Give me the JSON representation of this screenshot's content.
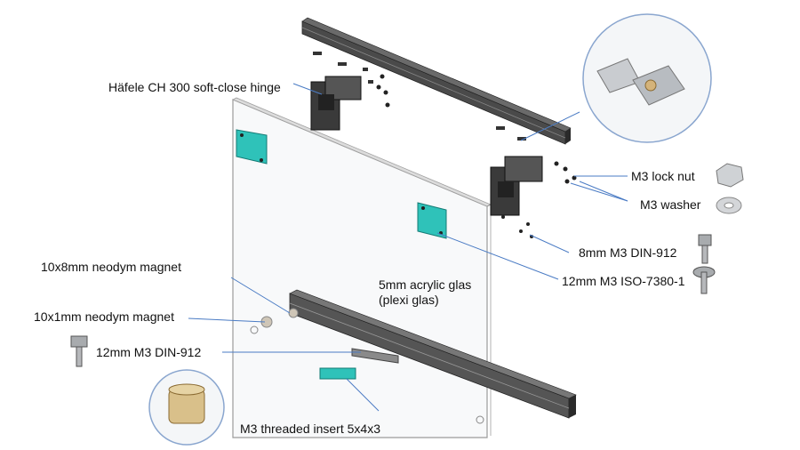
{
  "labels": {
    "hinge": "Häfele CH 300 soft-close hinge",
    "lock_nut": "M3 lock nut",
    "washer": "M3 washer",
    "screw_8mm": "8mm M3 DIN-912",
    "screw_12mm_iso": "12mm M3 ISO-7380-1",
    "magnet_10x8": "10x8mm neodym magnet",
    "acrylic": "5mm acrylic glas (plexi glas)",
    "magnet_10x1": "10x1mm neodym magnet",
    "screw_12mm_din": "12mm M3 DIN-912",
    "insert": "M3 threaded insert 5x4x3"
  },
  "colors": {
    "leader": "#4a7bc4",
    "bracket": "#2fc2b9",
    "rail": "#3b3b3b",
    "panel_edge": "#9a9a9a",
    "brass": "#d9c08a"
  }
}
